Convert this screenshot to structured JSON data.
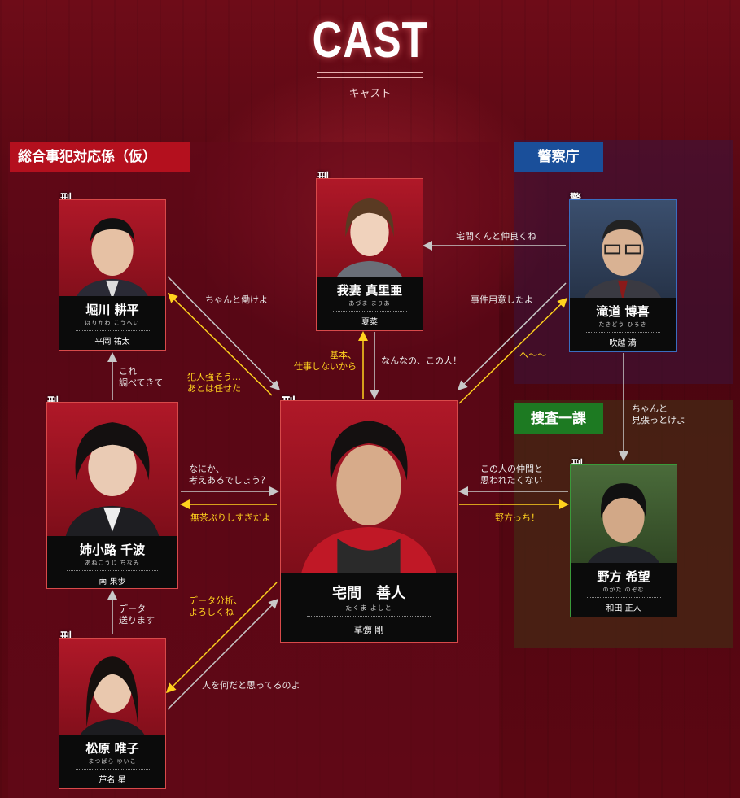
{
  "header": {
    "title": "CAST",
    "subtitle": "キャスト"
  },
  "groups": {
    "sogo": "総合事犯対応係（仮）",
    "keisatsucho": "警察庁",
    "sousa_ikka": "捜査一課"
  },
  "colors": {
    "sogo_label": "#b4101e",
    "keisatsucho_label": "#1a4f9a",
    "sousa_label": "#1d7a22",
    "arrow_gray": "#c8c8c8",
    "arrow_yellow": "#ffd21e"
  },
  "cast": {
    "horikawa": {
      "role": "刑事",
      "name": "堀川 耕平",
      "reading": "ほりかわ こうへい",
      "actor": "平岡 祐太",
      "icon": "portrait-man-suit"
    },
    "azuma": {
      "role": "刑事",
      "name": "我妻 真里亜",
      "reading": "あづま まりあ",
      "actor": "夏菜",
      "icon": "portrait-woman-shorthair"
    },
    "takimichi": {
      "role": "警備対策官",
      "name": "滝道 博喜",
      "reading": "たきどう ひろき",
      "actor": "吹越 満",
      "icon": "portrait-man-glasses"
    },
    "anekoji": {
      "role": "刑事",
      "name": "姉小路 千波",
      "reading": "あねこうじ ちなみ",
      "actor": "南 果歩",
      "icon": "portrait-woman-curly"
    },
    "takuma": {
      "role": "刑事",
      "name": "宅間　善人",
      "reading": "たくま よしと",
      "actor": "草彅 剛",
      "icon": "portrait-man-hoodie"
    },
    "nogata": {
      "role": "刑事",
      "name": "野方 希望",
      "reading": "のがた のぞむ",
      "actor": "和田 正人",
      "icon": "portrait-young-man"
    },
    "matsubara": {
      "role": "刑事",
      "name": "松原 唯子",
      "reading": "まつばら ゆいこ",
      "actor": "芦名 星",
      "icon": "portrait-woman-longhair"
    }
  },
  "relations": {
    "takimichi_to_azuma": "宅間くんと仲良くね",
    "horikawa_to_takuma": "ちゃんと働けよ",
    "takuma_to_horikawa": "犯人強そう…\nあとは任せた",
    "takimichi_to_takuma": "事件用意したよ",
    "takuma_to_takimichi": "へ〜〜",
    "azuma_to_takuma": "なんなの、この人！",
    "takuma_to_azuma": "基本、\n仕事しないから",
    "anekoji_to_horikawa": "これ\n調べてきて",
    "anekoji_to_takuma": "なにか、\n考えあるでしょう？",
    "takuma_to_anekoji": "無茶ぶりしすぎだよ",
    "takimichi_to_nogata": "ちゃんと\n見張っとけよ",
    "nogata_to_takuma": "この人の仲間と\n思われたくない",
    "takuma_to_nogata": "野方っち！",
    "matsubara_to_anekoji": "データ\n送ります",
    "takuma_to_matsubara": "データ分析、\nよろしくね",
    "matsubara_to_takuma": "人を何だと思ってるのよ"
  }
}
